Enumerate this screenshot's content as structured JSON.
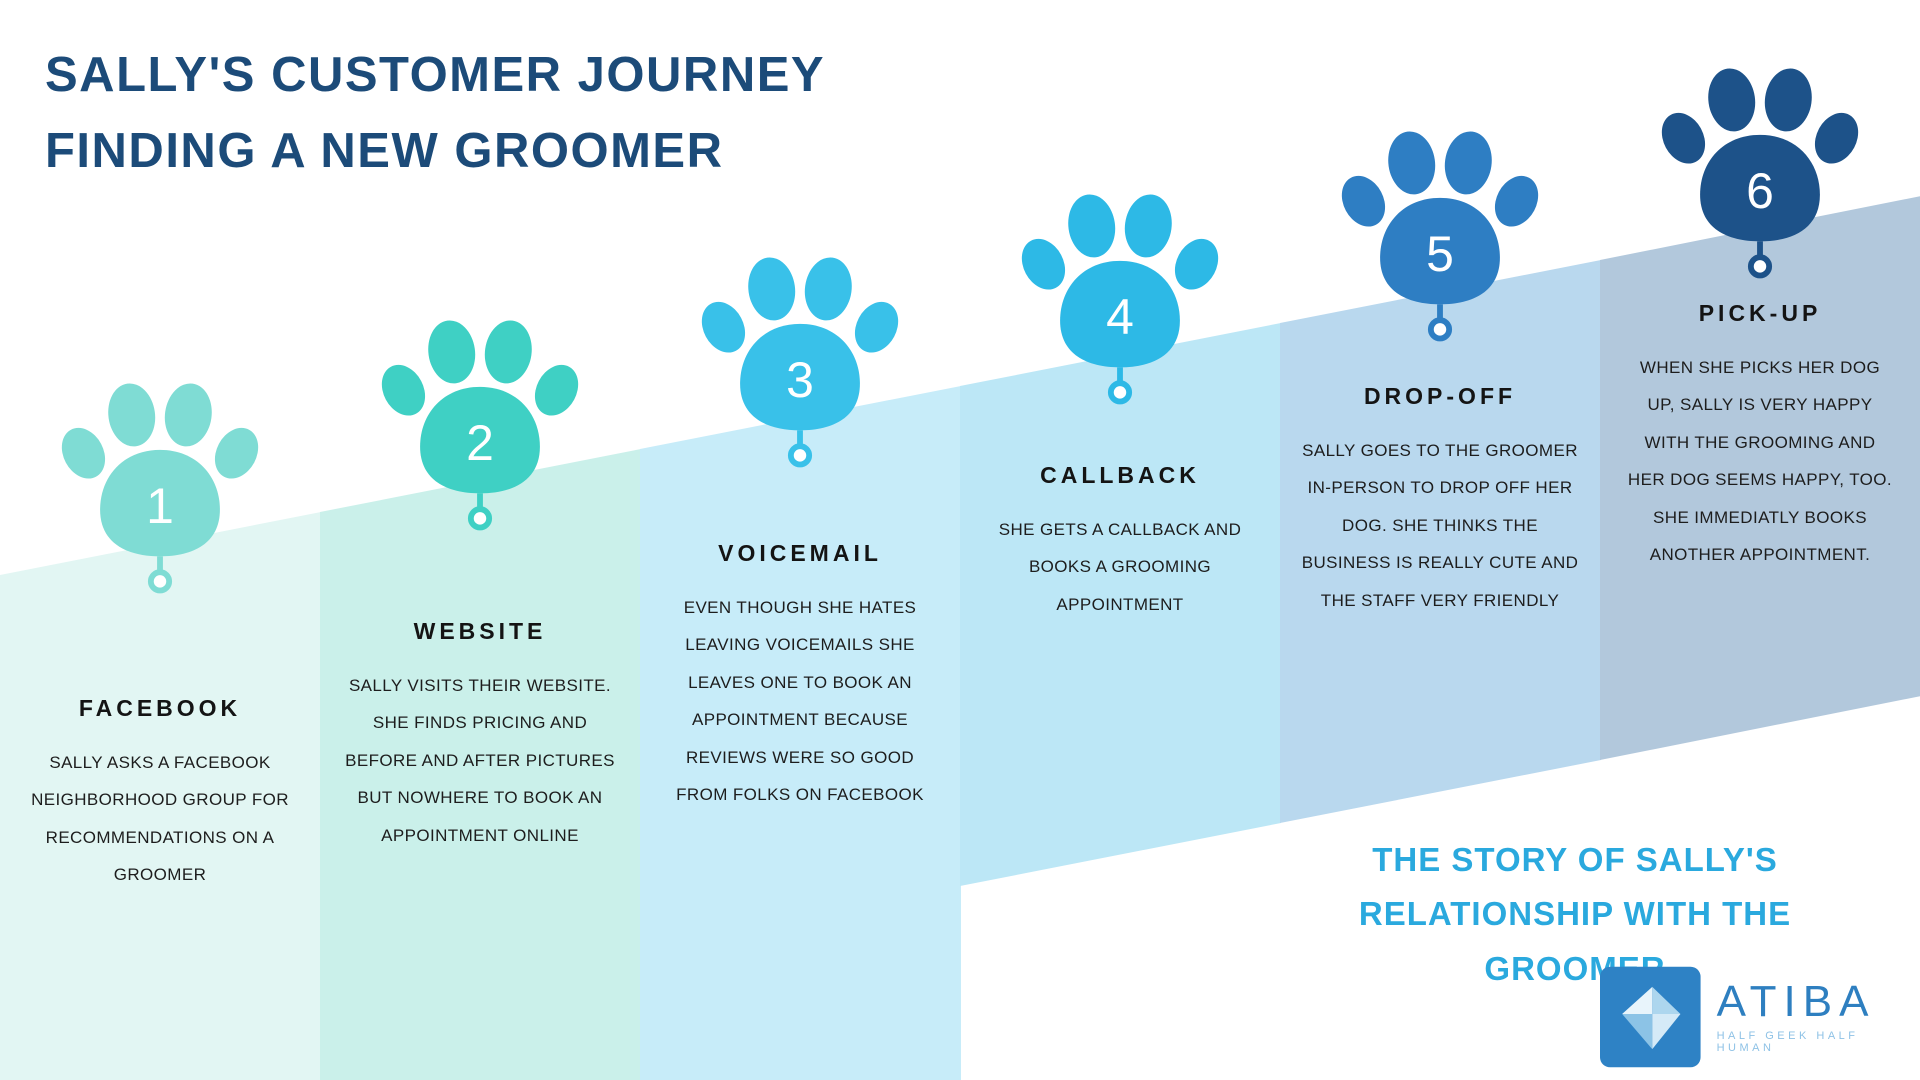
{
  "title": {
    "line1": "SALLY'S CUSTOMER JOURNEY",
    "line2": "FINDING A NEW GROOMER",
    "color": "#1c4b79"
  },
  "steps": [
    {
      "number": "1",
      "label": "FACEBOOK",
      "description": "SALLY ASKS A FACEBOOK NEIGHBORHOOD GROUP FOR RECOMMENDATIONS ON A GROOMER",
      "column_color": "#e2f6f3",
      "paw_color": "#7fdcd4"
    },
    {
      "number": "2",
      "label": "WEBSITE",
      "description": "SALLY VISITS THEIR WEBSITE. SHE FINDS PRICING AND BEFORE AND AFTER PICTURES BUT NOWHERE TO BOOK AN APPOINTMENT ONLINE",
      "column_color": "#caf0ea",
      "paw_color": "#3fd0c4"
    },
    {
      "number": "3",
      "label": "VOICEMAIL",
      "description": "EVEN THOUGH SHE HATES LEAVING VOICEMAILS SHE LEAVES ONE TO BOOK AN APPOINTMENT BECAUSE REVIEWS WERE SO GOOD FROM FOLKS ON FACEBOOK",
      "column_color": "#c7ecf9",
      "paw_color": "#39c1e9"
    },
    {
      "number": "4",
      "label": "CALLBACK",
      "description": "SHE GETS A CALLBACK AND BOOKS A GROOMING APPOINTMENT",
      "column_color": "#bce7f6",
      "paw_color": "#2db9e6"
    },
    {
      "number": "5",
      "label": "DROP-OFF",
      "description": "SALLY GOES TO THE GROOMER IN-PERSON TO DROP OFF HER DOG. SHE THINKS THE BUSINESS IS REALLY CUTE AND THE STAFF VERY FRIENDLY",
      "column_color": "#b9d8ee",
      "paw_color": "#2e7ec3"
    },
    {
      "number": "6",
      "label": "PICK-UP",
      "description": "WHEN SHE PICKS HER DOG UP, SALLY IS VERY HAPPY WITH THE GROOMING AND HER DOG SEEMS HAPPY, TOO. SHE IMMEDIATLY BOOKS ANOTHER APPOINTMENT.",
      "column_color": "#b2c8dc",
      "paw_color": "#1d5289"
    }
  ],
  "footer": {
    "line1": "THE STORY OF SALLY'S",
    "line2": "RELATIONSHIP WITH THE GROOMER",
    "color": "#2aa9de"
  },
  "logo": {
    "name": "ATIBA",
    "tagline": "HALF GEEK HALF HUMAN",
    "icon_bg": "#2e82c5",
    "name_color": "#2e7fc0",
    "tagline_color": "#8ec2e6"
  }
}
